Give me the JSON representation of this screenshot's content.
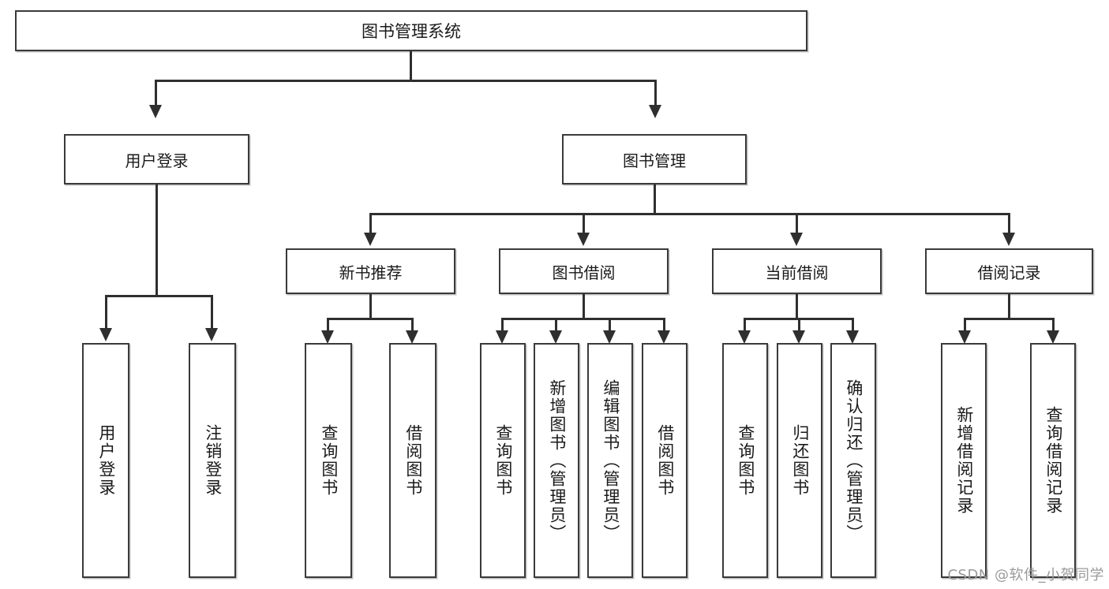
{
  "diagram": {
    "title": "图书管理系统",
    "type": "功能结构图",
    "root": {
      "label": "图书管理系统"
    },
    "level2": [
      {
        "id": "user-login",
        "label": "用户登录"
      },
      {
        "id": "book-management",
        "label": "图书管理"
      }
    ],
    "level3": [
      {
        "id": "new-book-recommend",
        "label": "新书推荐",
        "parent": "book-management"
      },
      {
        "id": "book-borrow",
        "label": "图书借阅",
        "parent": "book-management"
      },
      {
        "id": "current-borrow",
        "label": "当前借阅",
        "parent": "book-management"
      },
      {
        "id": "borrow-record",
        "label": "借阅记录",
        "parent": "book-management"
      }
    ],
    "leaves": {
      "user-login": [
        {
          "id": "leaf-user-login",
          "label": "用户登录"
        },
        {
          "id": "leaf-user-logout",
          "label": "注销登录"
        }
      ],
      "new-book-recommend": [
        {
          "id": "leaf-query-book-1",
          "label": "查询图书"
        },
        {
          "id": "leaf-borrow-book-1",
          "label": "借阅图书"
        }
      ],
      "book-borrow": [
        {
          "id": "leaf-query-book-2",
          "label": "查询图书"
        },
        {
          "id": "leaf-add-book",
          "label": "新增图书（管理员）"
        },
        {
          "id": "leaf-edit-book",
          "label": "编辑图书（管理员）"
        },
        {
          "id": "leaf-borrow-book-2",
          "label": "借阅图书"
        }
      ],
      "current-borrow": [
        {
          "id": "leaf-query-book-3",
          "label": "查询图书"
        },
        {
          "id": "leaf-return-book",
          "label": "归还图书"
        },
        {
          "id": "leaf-confirm-return",
          "label": "确认归还（管理员）"
        }
      ],
      "borrow-record": [
        {
          "id": "leaf-add-record",
          "label": "新增借阅记录"
        },
        {
          "id": "leaf-query-record",
          "label": "查询借阅记录"
        }
      ]
    }
  },
  "watermark": {
    "text": "CSDN @软件_小贺同学"
  },
  "colors": {
    "box_border": "#3a3a3a",
    "connector": "#2f2f2f",
    "background": "#ffffff",
    "text": "#1a1a1a",
    "watermark": "#9a9a9a"
  }
}
